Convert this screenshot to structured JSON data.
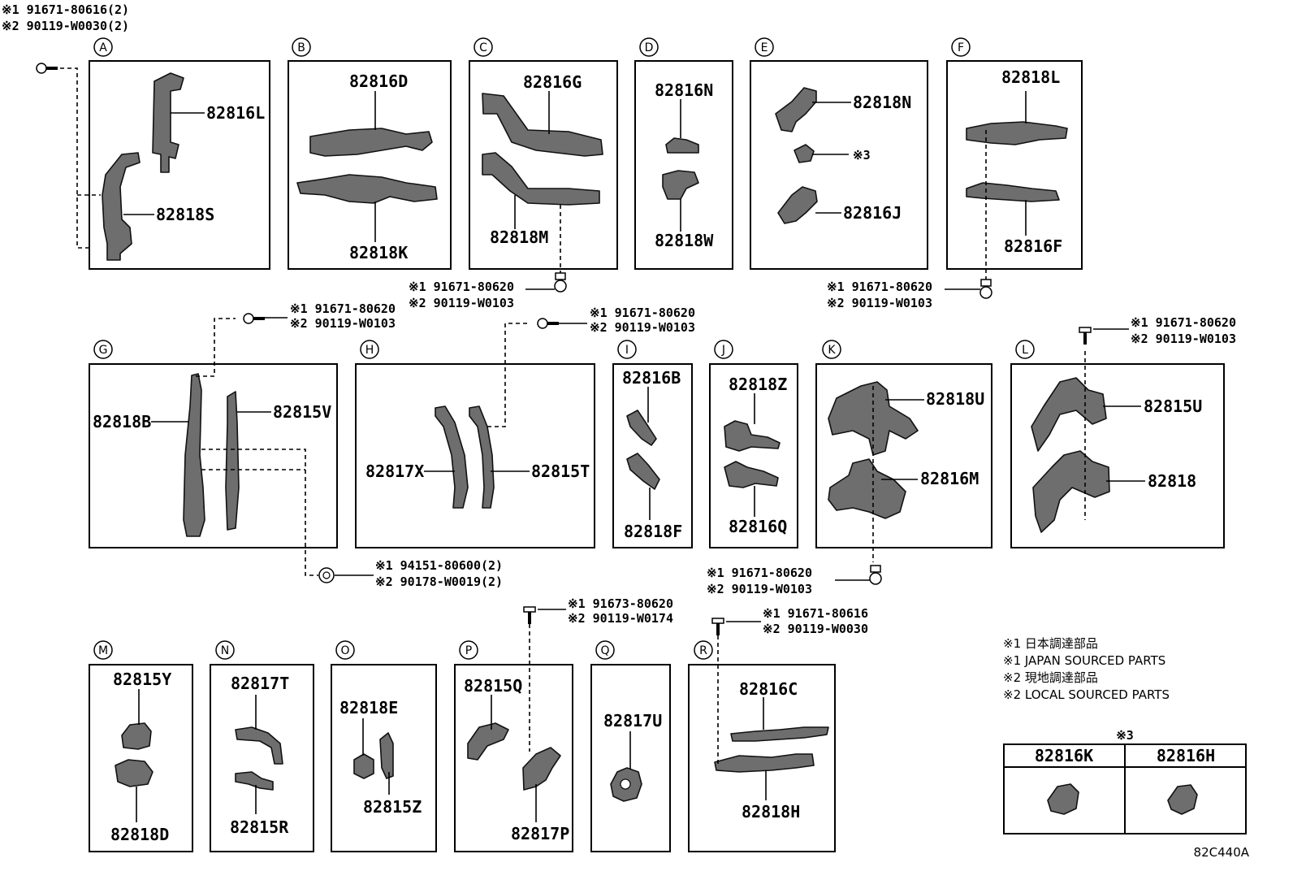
{
  "notes_top_left": [
    "※1 91671-80616(2)",
    "※2 90119-W0030(2)"
  ],
  "panel_letters": [
    "A",
    "B",
    "C",
    "D",
    "E",
    "F",
    "G",
    "H",
    "I",
    "J",
    "K",
    "L",
    "M",
    "N",
    "O",
    "P",
    "Q",
    "R"
  ],
  "parts": {
    "p82816L": "82816L",
    "p82818S": "82818S",
    "p82816D": "82816D",
    "p82818K": "82818K",
    "p82816G": "82816G",
    "p82818M": "82818M",
    "p82816N": "82816N",
    "p82818W": "82818W",
    "p82818N": "82818N",
    "p82816J": "82816J",
    "p82818L": "82818L",
    "p82816F": "82816F",
    "p82818B": "82818B",
    "p82815V": "82815V",
    "p82817X": "82817X",
    "p82815T": "82815T",
    "p82816B": "82816B",
    "p82818F": "82818F",
    "p82818Z": "82818Z",
    "p82816Q": "82816Q",
    "p82818U": "82818U",
    "p82816M": "82816M",
    "p82815U": "82815U",
    "p82818": "82818",
    "p82815Y": "82815Y",
    "p82818D": "82818D",
    "p82817T": "82817T",
    "p82815R": "82815R",
    "p82818E": "82818E",
    "p82815Z": "82815Z",
    "p82815Q": "82815Q",
    "p82817P": "82817P",
    "p82817U": "82817U",
    "p82816C": "82816C",
    "p82818H": "82818H",
    "p82816K": "82816K",
    "p82816H": "82816H"
  },
  "mark3_label": "※3",
  "bolt_notes": {
    "c": [
      "※1 91671-80620",
      "※2 90119-W0103"
    ],
    "f": [
      "※1 91671-80620",
      "※2 90119-W0103"
    ],
    "g": [
      "※1 91671-80620",
      "※2 90119-W0103"
    ],
    "h": [
      "※1 91671-80620",
      "※2 90119-W0103"
    ],
    "l": [
      "※1 91671-80620",
      "※2 90119-W0103"
    ],
    "gclip": [
      "※1 94151-80600(2)",
      "※2 90178-W0019(2)"
    ],
    "k": [
      "※1 91671-80620",
      "※2 90119-W0103"
    ],
    "p": [
      "※1 91673-80620",
      "※2 90119-W0174"
    ],
    "r": [
      "※1 91671-80616",
      "※2 90119-W0030"
    ]
  },
  "legend": [
    "※1 日本調達部品",
    "※1 JAPAN SOURCED PARTS",
    "※2 現地調達部品",
    "※2 LOCAL SOURCED PARTS"
  ],
  "footnote3_title": "※3",
  "diagram_code": "82C440A"
}
